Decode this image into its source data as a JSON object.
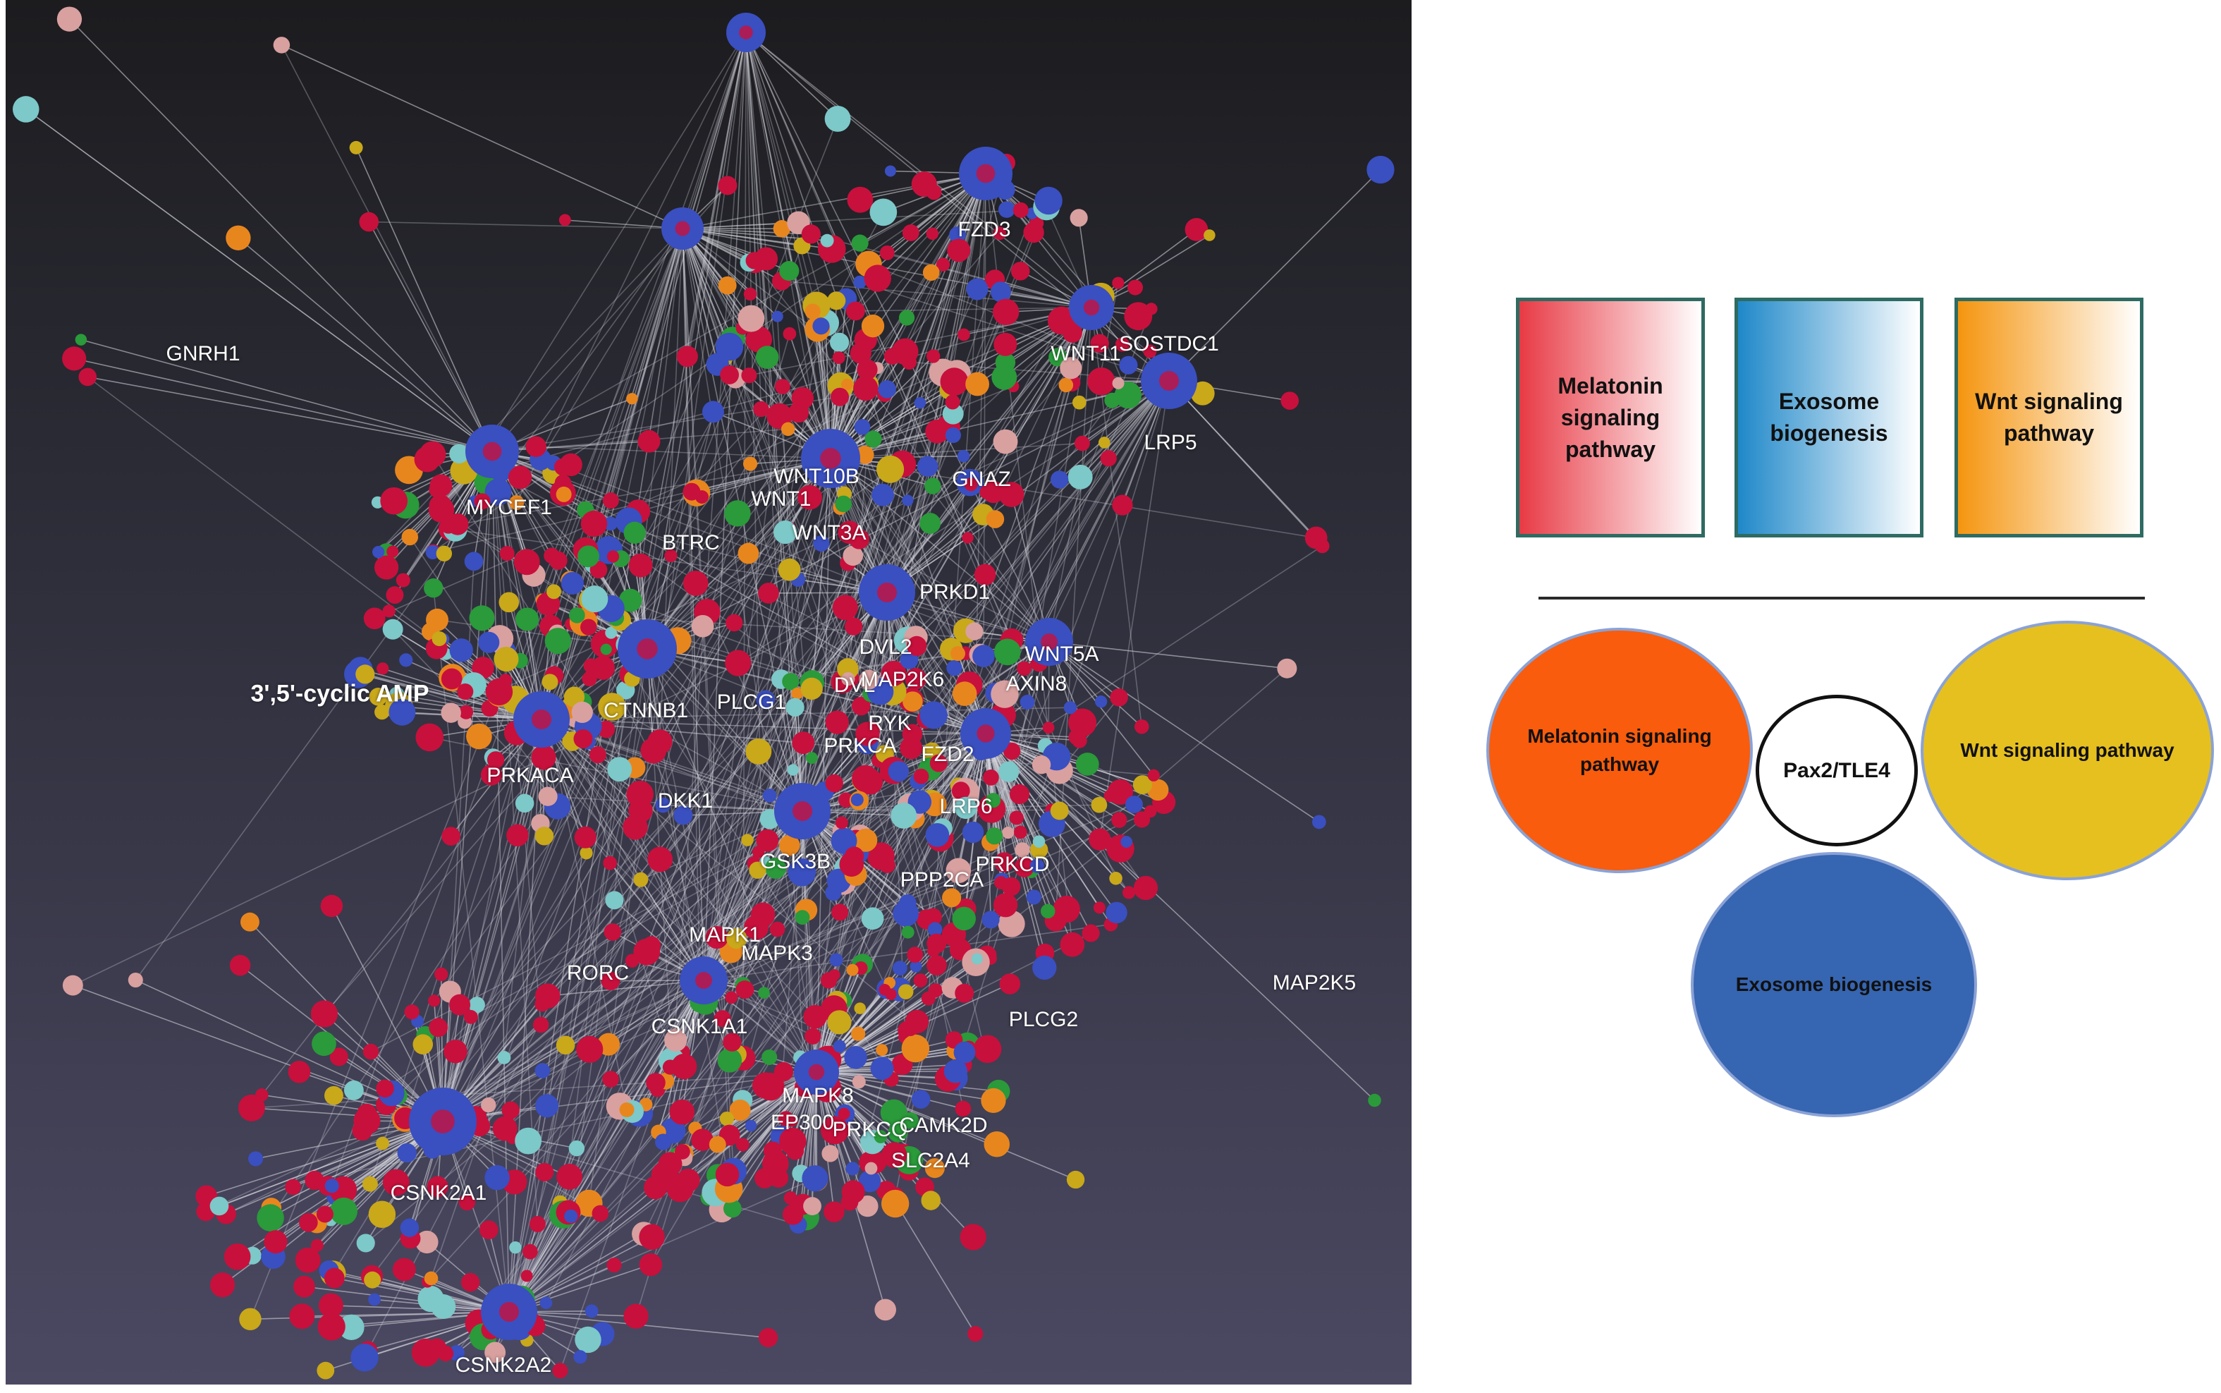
{
  "network": {
    "labels": [
      {
        "id": "fzd3",
        "text": "FZD3"
      },
      {
        "id": "gnrh1",
        "text": "GNRH1"
      },
      {
        "id": "wnt11",
        "text": "WNT11"
      },
      {
        "id": "sostdc1",
        "text": "SOSTDC1"
      },
      {
        "id": "lrp5",
        "text": "LRP5"
      },
      {
        "id": "mycef1",
        "text": "MYCEF1"
      },
      {
        "id": "wnt10b",
        "text": "WNT10B"
      },
      {
        "id": "wnt1",
        "text": "WNT1"
      },
      {
        "id": "gnaz",
        "text": "GNAZ"
      },
      {
        "id": "btrc",
        "text": "BTRC"
      },
      {
        "id": "wnt3a",
        "text": "WNT3A"
      },
      {
        "id": "prkd1",
        "text": "PRKD1"
      },
      {
        "id": "dvl2",
        "text": "DVL2"
      },
      {
        "id": "wnt5a",
        "text": "WNT5A"
      },
      {
        "id": "camp",
        "text": "3',5'-cyclic AMP"
      },
      {
        "id": "ctnnb1",
        "text": "CTNNB1"
      },
      {
        "id": "plcg1",
        "text": "PLCG1"
      },
      {
        "id": "dvl",
        "text": "DVL"
      },
      {
        "id": "map2k6",
        "text": "MAP2K6"
      },
      {
        "id": "axin",
        "text": "AXIN8"
      },
      {
        "id": "ryk",
        "text": "RYK"
      },
      {
        "id": "prkaca",
        "text": "PRKACA"
      },
      {
        "id": "prkca",
        "text": "PRKCA"
      },
      {
        "id": "fzd2",
        "text": "FZD2"
      },
      {
        "id": "dkk1",
        "text": "DKK1"
      },
      {
        "id": "lrp6",
        "text": "LRP6"
      },
      {
        "id": "gsk3b",
        "text": "GSK3B"
      },
      {
        "id": "prkcd",
        "text": "PRKCD"
      },
      {
        "id": "ppp2ca",
        "text": "PPP2CA"
      },
      {
        "id": "mapk1",
        "text": "MAPK1"
      },
      {
        "id": "mapk3",
        "text": "MAPK3"
      },
      {
        "id": "rorc",
        "text": "RORC"
      },
      {
        "id": "csnk1a1",
        "text": "CSNK1A1"
      },
      {
        "id": "map2k5",
        "text": "MAP2K5"
      },
      {
        "id": "plcg2",
        "text": "PLCG2"
      },
      {
        "id": "mapk8",
        "text": "MAPK8"
      },
      {
        "id": "ep300",
        "text": "EP300"
      },
      {
        "id": "prkcq",
        "text": "PRKCQ"
      },
      {
        "id": "camk2d",
        "text": "CAMK2D"
      },
      {
        "id": "slc2a4",
        "text": "SLC2A4"
      },
      {
        "id": "csnk2a1",
        "text": "CSNK2A1"
      },
      {
        "id": "csnk2a2",
        "text": "CSNK2A2"
      }
    ]
  },
  "legend": {
    "box_melatonin": "Melatonin signaling pathway",
    "box_exosome": "Exosome biogenesis",
    "box_wnt": "Wnt signaling pathway",
    "circle_melatonin": "Melatonin signaling pathway",
    "circle_center": "Pax2/TLE4",
    "circle_wnt": "Wnt signaling pathway",
    "circle_exosome": "Exosome biogenesis"
  },
  "colors": {
    "red_node": "#c8103c",
    "blue_node": "#3a4fc0",
    "cyan_node": "#7dc8c8",
    "orange_node": "#e8861e",
    "yellow_node": "#c9a81a",
    "green_node": "#2a9a3a",
    "pink_node": "#d9a0a0",
    "melatonin": "#f95c0c",
    "wnt": "#e6c01f",
    "exosome": "#3665b1"
  }
}
